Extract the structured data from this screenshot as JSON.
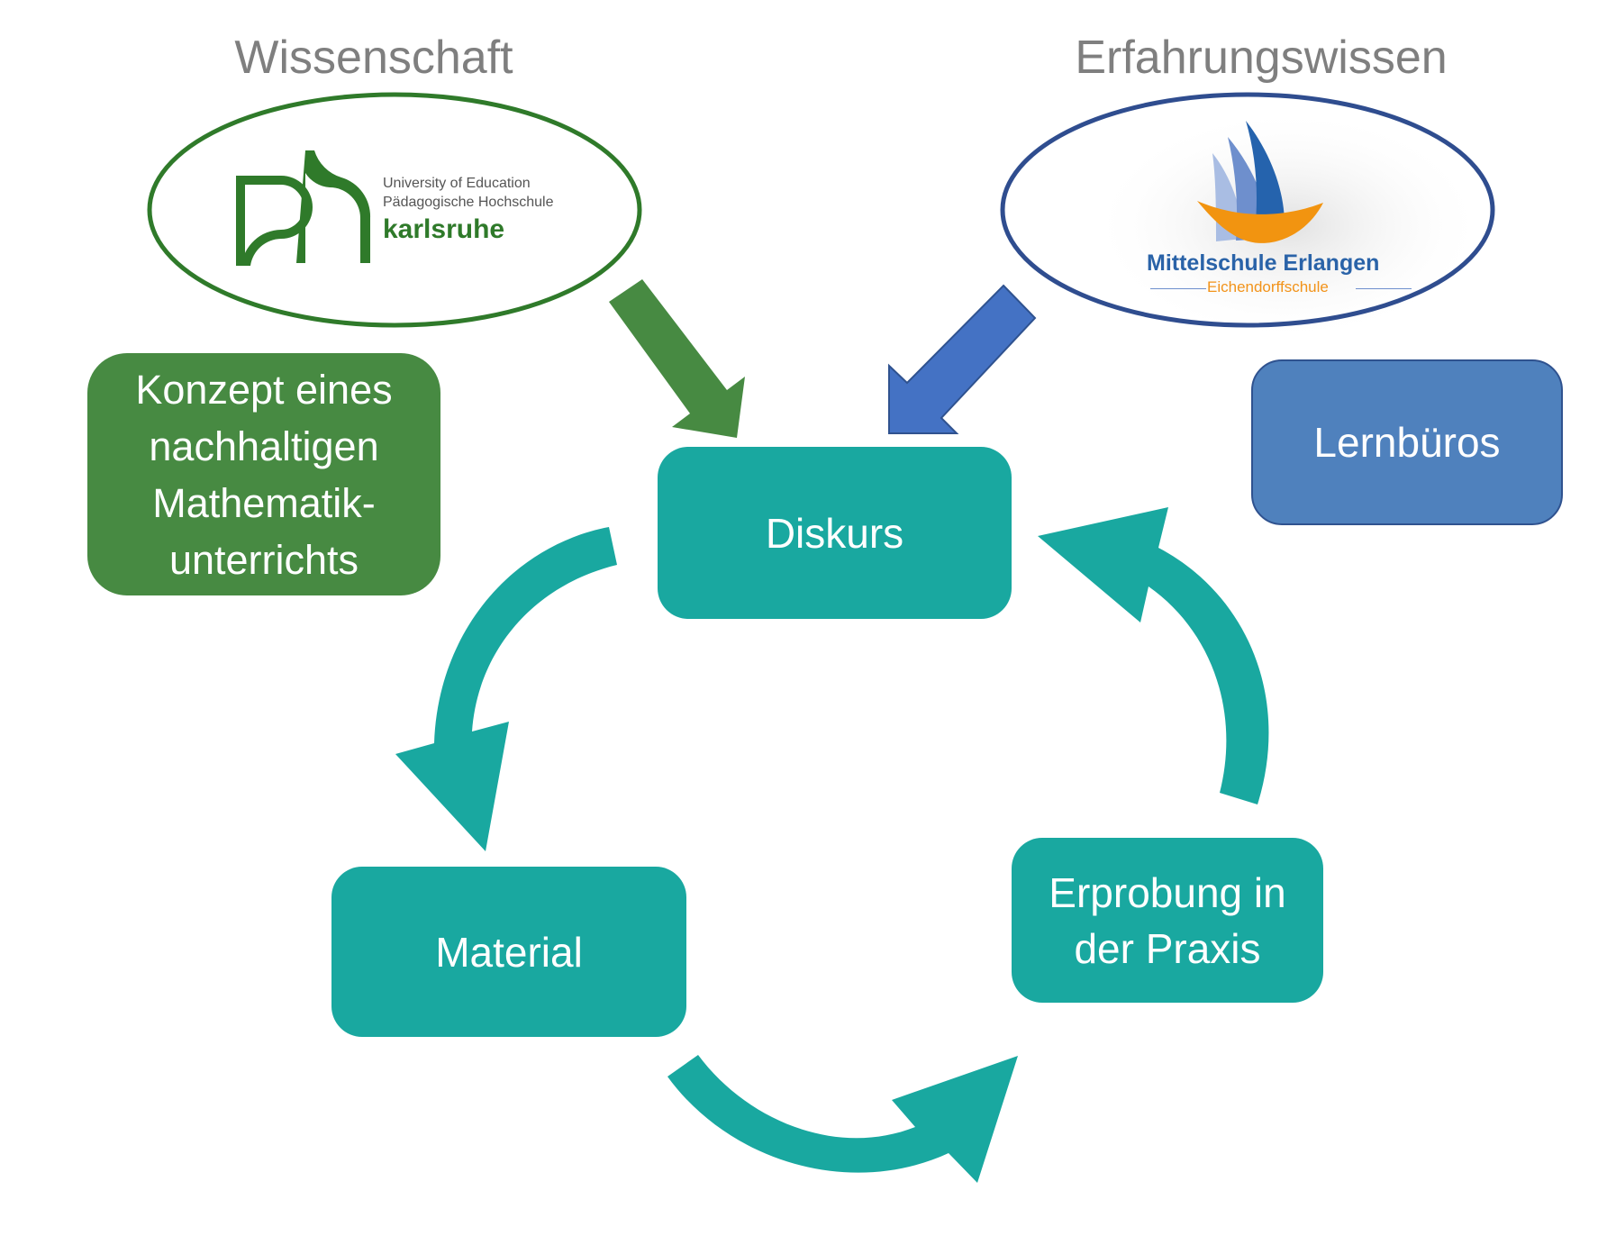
{
  "titles": {
    "left": "Wissenschaft",
    "right": "Erfahrungswissen"
  },
  "logos": {
    "ph": {
      "mark": "ph",
      "line1": "University of Education",
      "line2": "Pädagogische Hochschule",
      "line3": "karlsruhe",
      "color": "#2f7a2a"
    },
    "mittelschule": {
      "line1": "Mittelschule Erlangen",
      "line2": "Eichendorffschule",
      "name_color": "#2a63a8",
      "sub_color": "#f2931a",
      "sail_colors": [
        "#a9bde3",
        "#6e8fcd",
        "#2563ad"
      ],
      "hull_color": "#f29410"
    }
  },
  "boxes": {
    "concept": "Konzept eines\nnachhaltigen\nMathematik-\nunterrichts",
    "lernbueros": "Lernbüros",
    "diskurs": "Diskurs",
    "material": "Material",
    "erprobung": "Erprobung in\nder Praxis"
  },
  "colors": {
    "teal": "#19a8a0",
    "green": "#478a42",
    "blue_arrow": "#4472c4",
    "blue_box": "#4f81bd",
    "ellipse_green": "#2f7a2a",
    "ellipse_blue": "#2f4d8f",
    "title_gray": "#7f7f7f"
  },
  "cycle": [
    "Diskurs",
    "Material",
    "Erprobung in der Praxis"
  ]
}
